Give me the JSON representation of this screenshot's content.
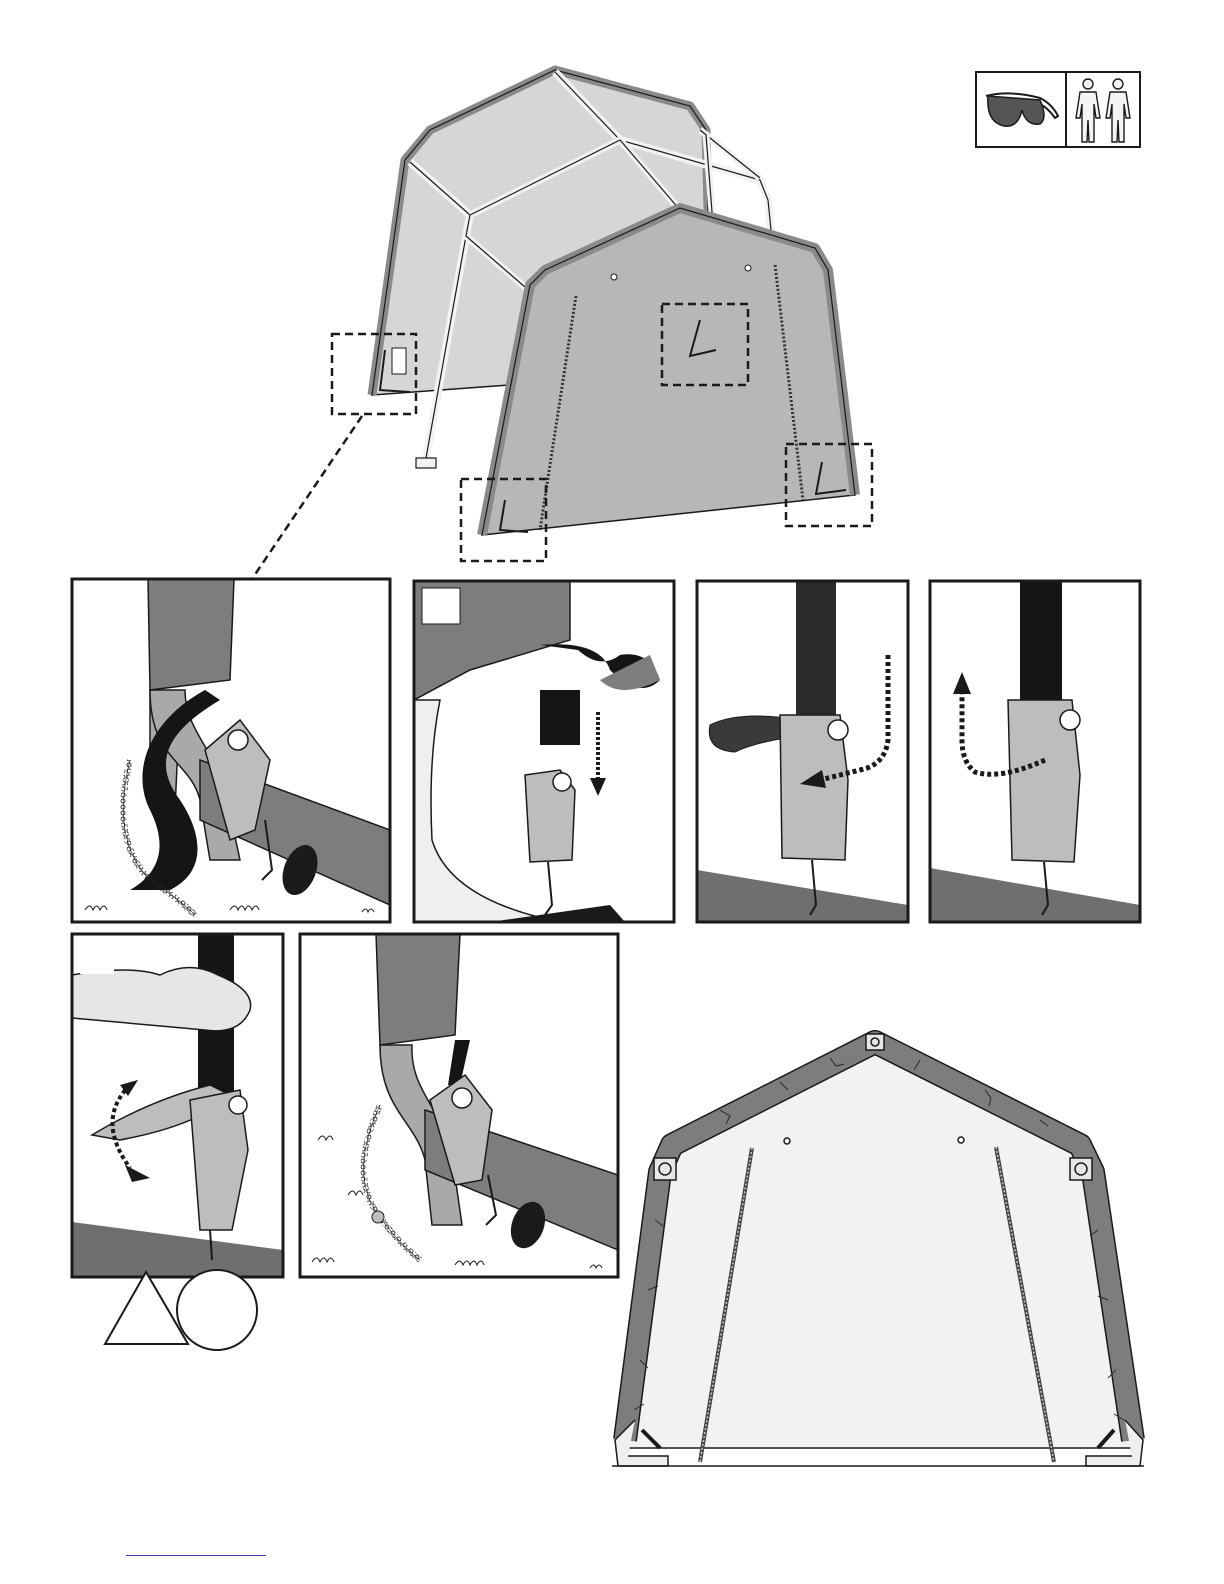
{
  "page": {
    "colors": {
      "line": "#1a1a1a",
      "fabric": "#7d7d7d",
      "fabric_light": "#d4d4d4",
      "fabric_mid": "#b4b4b4",
      "frame": "#efefef",
      "strap": "#151515",
      "ground": "#6f6f6f",
      "shell": "#f2f2f2",
      "link": "#3a3aa8"
    },
    "icons": {
      "safety": [
        "safety-glasses-icon",
        "two-person-icon"
      ],
      "steps": [
        "warning-triangle-icon",
        "step-circle-icon"
      ]
    },
    "panels": [
      "overview-shelter-frame",
      "detail-strap-around-pipe",
      "detail-strap-feed-down",
      "detail-strap-through-ratchet",
      "detail-strap-pull-up",
      "detail-ratchet-tighten",
      "detail-secured-ratchet",
      "front-view-shelter"
    ]
  }
}
